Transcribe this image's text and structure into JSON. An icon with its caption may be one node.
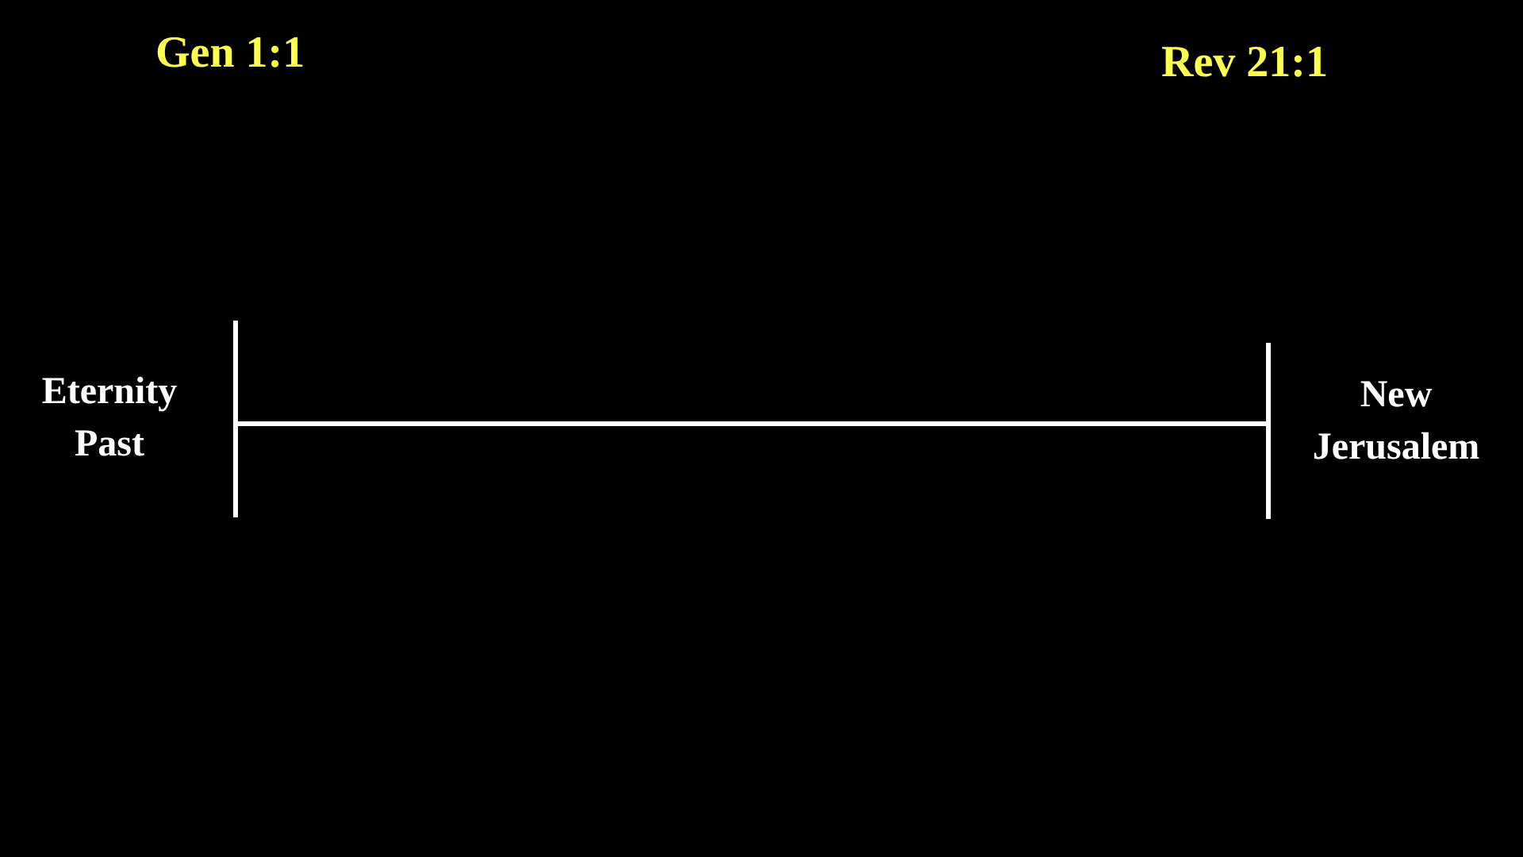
{
  "diagram": {
    "nodes": [
      {
        "text": [],
        "shape": "bar",
        "beside": [
          "Eternity Past"
        ]
      },
      {
        "text": [],
        "shape": "bar",
        "beside": [
          "New Jerusalem"
        ]
      }
    ],
    "edges": [
      {
        "from": 0,
        "to": 1,
        "arrow": "none"
      }
    ],
    "labels": [
      "Gen 1:1",
      "Rev 21:1"
    ]
  }
}
